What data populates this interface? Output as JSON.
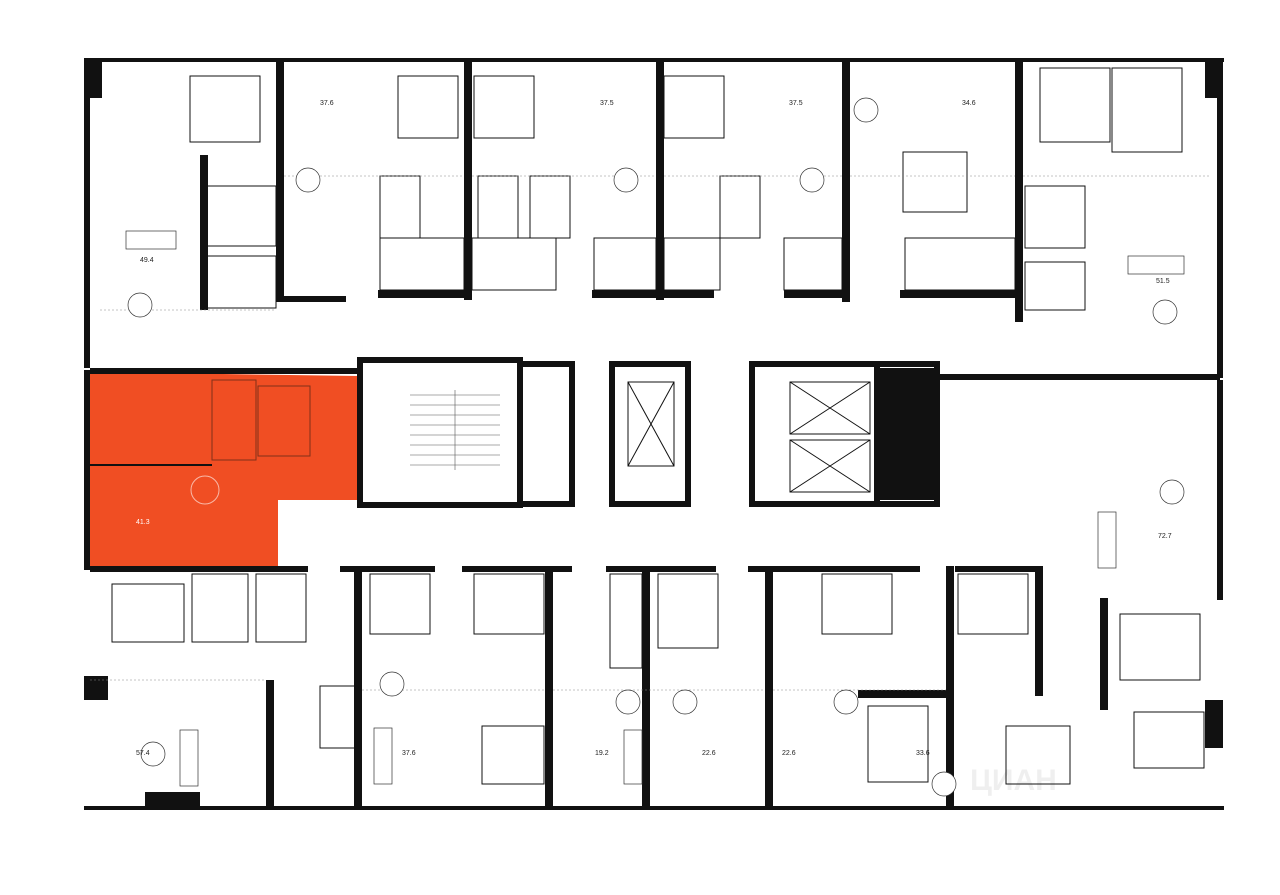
{
  "plan": {
    "selected_color": "#F04E23",
    "wall_color": "#111111",
    "apartments": [
      {
        "id": "a1",
        "area": "49.4",
        "selected": false
      },
      {
        "id": "a2",
        "area": "37.6",
        "selected": false
      },
      {
        "id": "a3",
        "area": "37.5",
        "selected": false
      },
      {
        "id": "a4",
        "area": "37.5",
        "selected": false
      },
      {
        "id": "a5",
        "area": "34.6",
        "selected": false
      },
      {
        "id": "a6",
        "area": "51.5",
        "selected": false
      },
      {
        "id": "a7",
        "area": "41.3",
        "selected": true
      },
      {
        "id": "a8",
        "area": "72.7",
        "selected": false
      },
      {
        "id": "a9",
        "area": "57.4",
        "selected": false
      },
      {
        "id": "a10",
        "area": "37.6",
        "selected": false
      },
      {
        "id": "a11",
        "area": "19.2",
        "selected": false
      },
      {
        "id": "a12",
        "area": "22.6",
        "selected": false
      },
      {
        "id": "a13",
        "area": "22.6",
        "selected": false
      },
      {
        "id": "a14",
        "area": "33.6",
        "selected": false
      }
    ]
  }
}
